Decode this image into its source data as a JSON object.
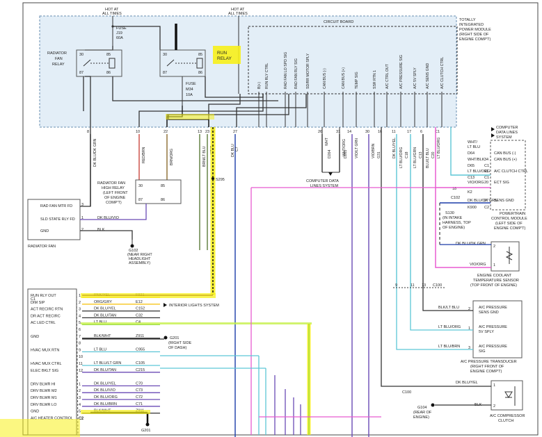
{
  "power_module": {
    "hot1_a": "HOT AT",
    "hot1_b": "ALL TIMES",
    "hot2_a": "HOT AT",
    "hot2_b": "ALL TIMES",
    "title": [
      "TOTALLY",
      "INTEGRATED",
      "POWER MODULE",
      "(RIGHT SIDE OF",
      "ENGINE COMP'T)"
    ],
    "circuit_board": "CIRCUIT BOARD",
    "fuse1": [
      "FUSE",
      "J19",
      "60A"
    ],
    "fuse2": [
      "FUSE",
      "M34",
      "10A"
    ],
    "relay1": [
      "RADIATOR",
      "FAN",
      "RELAY"
    ],
    "relay2": [
      "RUN",
      "RELAY"
    ],
    "relay_pins": [
      "30",
      "85",
      "87",
      "86"
    ],
    "ckt_labels": [
      "B(+)",
      "RUN RLY CTRL",
      "RAD FAN LO SPD SIG",
      "RAD FAN RLY SIG",
      "SD/RR MOTOR SPLY",
      "CAN BUS (-)",
      "CAN BUS (+)",
      "TEMP SIG",
      "SSR RTN 1",
      "A/C CTRL OUT",
      "A/C PRESSURE SIG",
      "A/C 5V SPLY",
      "A/C SENS GND",
      "A/C CLUTCH CTRL"
    ],
    "pins": [
      "8",
      "10",
      "22",
      "13",
      "23",
      "12",
      "27",
      "26",
      "31",
      "14",
      "30",
      "16",
      "11",
      "17",
      "6",
      "C1"
    ]
  },
  "wires": [
    "DK BLU/DK GRN",
    "RED/BRN",
    "BRN/ORG",
    "BRN/LT BLU",
    "K715",
    "PNK/YEL",
    "DK BLU",
    "C7",
    "WHT",
    "D264",
    "WHT/ORG",
    "D265",
    "VIO/LT GRN",
    "VIO/BRN",
    "G31",
    "DK BLU/YEL",
    "LT BLU/ORG",
    "LT BLU/GRN",
    "BLU/LT BLU",
    "LT BLU/ORG",
    "C18",
    "C13",
    "C20"
  ],
  "splice": "S295",
  "comp_data": [
    "COMPUTER DATA",
    "LINES SYSTEM"
  ],
  "comp_data2": [
    "COMPUTER",
    "DATA LINES",
    "SYSTEM"
  ],
  "high_relay": [
    "RADIATOR FAN",
    "HIGH RELAY",
    "(LEFT FRONT",
    "OF ENGINE",
    "COMP'T)"
  ],
  "radiator_fan": {
    "title": "RADIATOR FAN",
    "rows": [
      {
        "label": "RAD FAN MTR FD",
        "pin": "3"
      },
      {
        "label": "SLD STATE RLY FD",
        "pin": "1",
        "wire": "DK BLU/VIO"
      },
      {
        "label": "GND",
        "pin": "2",
        "wire": "BLK"
      }
    ],
    "ground": [
      "G102",
      "(NEAR RIGHT",
      "HEADLIGHT",
      "ASSEMBLY)"
    ]
  },
  "pcm": {
    "rows": [
      {
        "wire": "WHT/",
        "pin": ""
      },
      {
        "wire": "LT BLU",
        "pin": ""
      },
      {
        "wire": "D64",
        "pin": "",
        "label": "CAN BUS (-)"
      },
      {
        "wire": "WHT/BLK",
        "pin": "34",
        "label": "CAN BUS (+)"
      },
      {
        "wire": "D65",
        "pin": "C1"
      },
      {
        "wire": "LT BLU/ORG",
        "pin": "11",
        "label": "A/C CLUTCH CTRL"
      },
      {
        "wire": "C13",
        "pin": "C1"
      },
      {
        "wire": "VIO/ORG",
        "pin": "20",
        "label": "ECT SIG"
      },
      {
        "wire": "K2",
        "pin": ""
      },
      {
        "wire": "DK BLU/DK GRN",
        "pin": "27",
        "label": "SENS GND"
      },
      {
        "wire": "K900",
        "pin": "C2"
      }
    ],
    "title": [
      "POWERTRAIN",
      "CONTROL MODULE",
      "(LEFT SIDE OF",
      "ENGINE COMP'T)"
    ],
    "c102": "C102",
    "s130": [
      "S130",
      "(IN INTAKE",
      "HARNESS, TOP",
      "OF ENGINE)"
    ],
    "pin18": "18"
  },
  "ect": {
    "w1": "DK BLU/DK GRN",
    "w2": "VIO/ORG",
    "p1": "2",
    "p2": "1",
    "title": [
      "ENGINE COOLANT",
      "TEMPERATURE SENSOR",
      "(TOP FRONT OF ENGINE)"
    ]
  },
  "ac_pressure": {
    "rows": [
      {
        "wire": "BLK/LT BLU",
        "label": "A/C PRESSURE",
        "label2": "SENS GND",
        "pin": "2"
      },
      {
        "wire": "LT BLU/ORG",
        "label": "A/C PRESSURE",
        "label2": "5V SPLY",
        "pin": "1"
      },
      {
        "wire": "LT BLU/BRN",
        "label": "A/C PRESSURE",
        "label2": "SIG",
        "pin": "3"
      }
    ],
    "title": [
      "A/C PRESSURE TRANSDUCER",
      "(RIGHT FRONT OF",
      "ENGINE COMP'T)"
    ],
    "conn": "C100",
    "pins": [
      "9",
      "11",
      "13"
    ]
  },
  "ac_clutch": {
    "w1": "DK BLU/YEL",
    "w2": "BLK",
    "p1": "1",
    "p2": "2",
    "conn": "C100",
    "ground": [
      "G104",
      "(REAR OF",
      "ENGINE)"
    ],
    "title": [
      "A/C COMPRESSOR",
      "CLUTCH"
    ]
  },
  "hvac": {
    "rows": [
      {
        "label": "RUN RLY OUT",
        "pin": "1",
        "wire": "PNK/YEL",
        "ckt": "F921"
      },
      {
        "label": "DIM SIP",
        "pin": "2",
        "wire": "ORG/GRY",
        "ckt": "E12"
      },
      {
        "label": "ACT RECIRC RTN",
        "pin": "3",
        "wire": "DK BLU/YEL",
        "ckt": "C152"
      },
      {
        "label": "DR ACT RECIRC",
        "pin": "4",
        "wire": "DK BLU/TAN",
        "ckt": "C32"
      },
      {
        "label": "AC LED CTRL",
        "pin": "5",
        "wire": "LT BLU",
        "ckt": "C4"
      },
      {
        "label": "",
        "pin": "6",
        "wire": "",
        "ckt": ""
      },
      {
        "label": "GND",
        "pin": "7",
        "wire": "BLK/WHT",
        "ckt": "Z911"
      },
      {
        "label": "",
        "pin": "8",
        "wire": "",
        "ckt": ""
      },
      {
        "label": "HVAC MUX RTN",
        "pin": "9",
        "wire": "LT BLU",
        "ckt": "C955"
      },
      {
        "label": "",
        "pin": "10",
        "wire": "",
        "ckt": ""
      },
      {
        "label": "HVAC MUX CTRL",
        "pin": "11",
        "wire": "LT BLU/LT GRN",
        "ckt": "C105"
      },
      {
        "label": "ELEC BKLT SIG",
        "pin": "12",
        "wire": "DK BLU/TAN",
        "ckt": "C215"
      },
      {
        "label": "",
        "pin": "",
        "wire": "",
        "ckt": ""
      },
      {
        "label": "DRV BLWR HI",
        "pin": "1",
        "wire": "DK BLU/YEL",
        "ckt": "C70"
      },
      {
        "label": "DRV BLWR M2",
        "pin": "2",
        "wire": "DK BLU/VIO",
        "ckt": "C73"
      },
      {
        "label": "DRV BLWR M1",
        "pin": "3",
        "wire": "DK BLU/ORG",
        "ckt": "C72"
      },
      {
        "label": "DRV BLWR LO",
        "pin": "4",
        "wire": "DK BLU/BRN",
        "ckt": "C71"
      },
      {
        "label": "GND",
        "pin": "5",
        "wire": "BLK/WHT",
        "ckt": "Z911"
      },
      {
        "label": "A/C HEATER CONTROL",
        "pin": "C2",
        "wire": "",
        "ckt": ""
      }
    ],
    "connectors": [
      "C1",
      "C2"
    ],
    "interior": "INTERIOR LIGHTS SYSTEM",
    "g201a": [
      "G201",
      "(RIGHT SIDE",
      "OF DASH)"
    ],
    "g201b": "G201"
  }
}
